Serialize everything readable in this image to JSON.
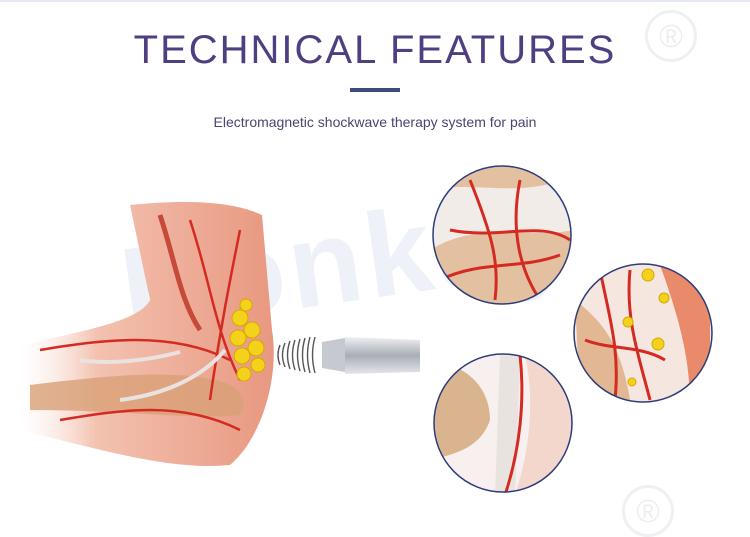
{
  "header": {
    "title": "TECHNICAL FEATURES",
    "subtitle": "Electromagnetic shockwave therapy system for pain"
  },
  "watermark": {
    "text": "Honkay",
    "mark": "®"
  },
  "colors": {
    "title": "#4f3f82",
    "accent_bar": "#3f4b80",
    "subtitle": "#4b4470",
    "circle_border": "#2c3d7a"
  },
  "illustration": {
    "subject": "elbow-anatomy-with-shockwave-applicator",
    "detail_circles": 3
  }
}
